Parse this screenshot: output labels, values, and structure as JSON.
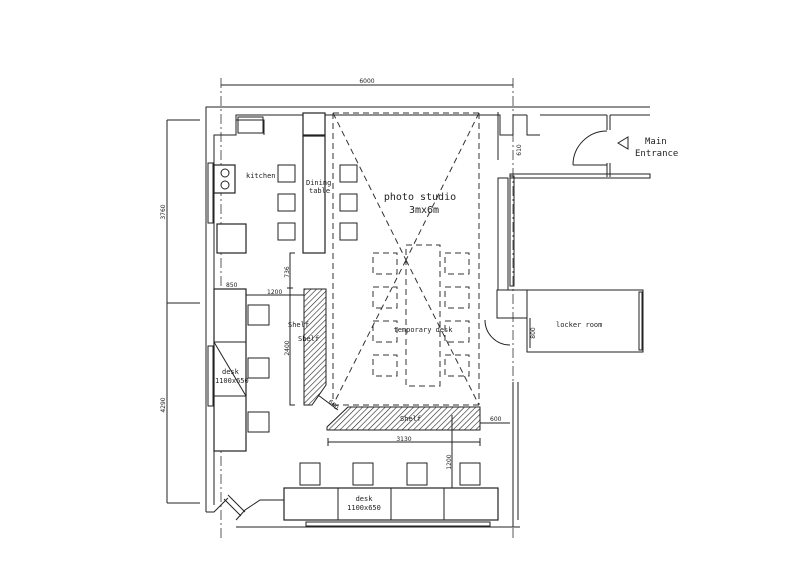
{
  "rooms": {
    "kitchen": "kitchen",
    "dining_line1": "Dining",
    "dining_line2": "table",
    "studio_line1": "photo studio",
    "studio_line2": "3mx6m",
    "temporary_desk": "temporary desk",
    "shelf_1": "Shelf",
    "shelf_2": "Shelf",
    "shelf_3": "Shelf",
    "desk_left_line1": "desk",
    "desk_left_line2": "1100x650",
    "desk_bottom_line1": "desk",
    "desk_bottom_line2": "1100x650",
    "locker_room": "locker room",
    "entrance_line1": "Main",
    "entrance_line2": "Entrance"
  },
  "dimensions": {
    "total_width": "6000",
    "left_upper": "3760",
    "left_lower": "4290",
    "corridor": "610",
    "locker": "800",
    "gap_shelf": "736",
    "desk_depth": "850",
    "aisle": "1200",
    "shelf_length": "2400",
    "shelf_bottom": "3130",
    "right_gap": "600",
    "aisle_bottom": "1200",
    "desk_bottom_depth": "650",
    "corner": "600"
  }
}
